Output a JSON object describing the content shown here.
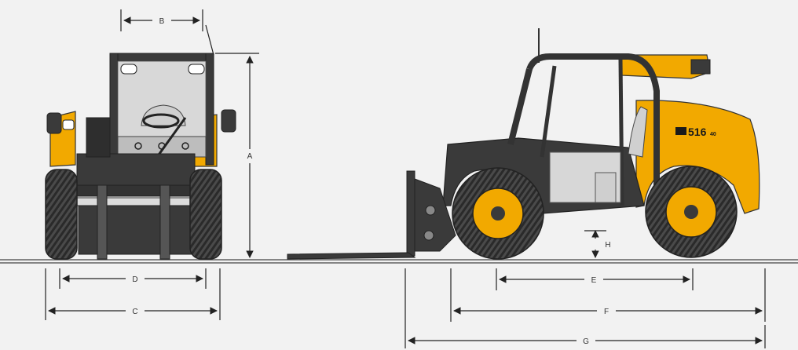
{
  "dimensions": {
    "A": "A",
    "B": "B",
    "C": "C",
    "D": "D",
    "E": "E",
    "F": "F",
    "G": "G",
    "H": "H"
  },
  "machine": {
    "model_badge_main": "516",
    "model_badge_sub": "40",
    "brand_color": "#f2a900",
    "body_dark": "#3a3a3a"
  },
  "colors": {
    "background": "#f2f2f2",
    "dimension_line": "#222222",
    "ground": "#444444"
  }
}
